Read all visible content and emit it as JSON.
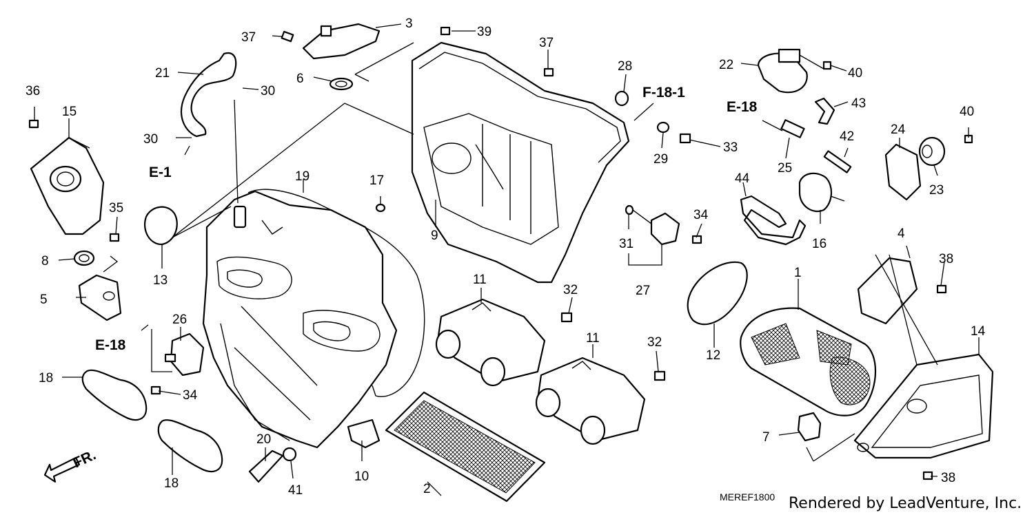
{
  "diagram": {
    "callouts": [
      "1",
      "2",
      "3",
      "4",
      "5",
      "6",
      "7",
      "8",
      "9",
      "10",
      "11",
      "11",
      "12",
      "13",
      "14",
      "15",
      "16",
      "17",
      "18",
      "18",
      "19",
      "20",
      "21",
      "22",
      "23",
      "24",
      "25",
      "26",
      "27",
      "28",
      "29",
      "30",
      "30",
      "31",
      "32",
      "32",
      "33",
      "34",
      "34",
      "35",
      "36",
      "37",
      "37",
      "38",
      "38",
      "39",
      "40",
      "40",
      "41",
      "42",
      "43",
      "44"
    ],
    "cross_refs": [
      "E-1",
      "E-18",
      "E-18",
      "F-18-1"
    ],
    "direction_label": "FR.",
    "diagram_code": "MEREF1800",
    "credit": "Rendered by LeadVenture, Inc."
  }
}
